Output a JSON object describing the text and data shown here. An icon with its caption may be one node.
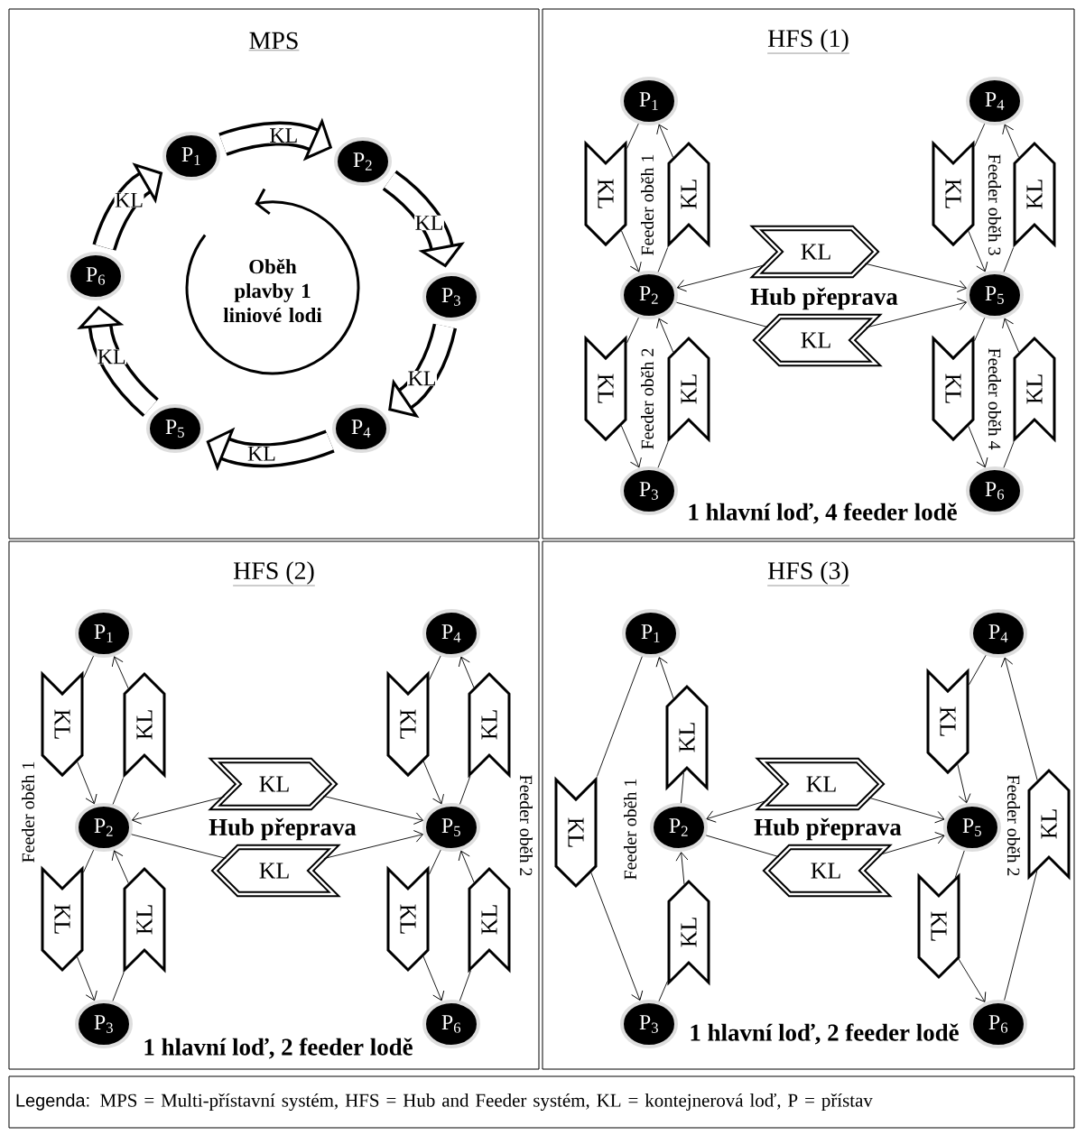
{
  "diagram": {
    "nodes": [
      {
        "text": [
          "MPS"
        ]
      },
      {
        "text": [
          "P$_{1}$"
        ],
        "in": 0
      },
      {
        "text": [
          "P$_{2}$"
        ],
        "in": 0
      },
      {
        "text": [
          "P$_{3}$"
        ],
        "in": 0
      },
      {
        "text": [
          "P$_{4}$"
        ],
        "in": 0
      },
      {
        "text": [
          "P$_{5}$"
        ],
        "in": 0
      },
      {
        "text": [
          "P$_{6}$"
        ],
        "in": 0
      },
      {
        "text": [
          "HFS (1)"
        ]
      },
      {
        "text": [
          "P$_{1}$"
        ],
        "in": 7
      },
      {
        "text": [
          "P$_{2}$"
        ],
        "in": 7
      },
      {
        "text": [
          "P$_{3}$"
        ],
        "in": 7
      },
      {
        "text": [
          "P$_{4}$"
        ],
        "in": 7
      },
      {
        "text": [
          "P$_{5}$"
        ],
        "in": 7
      },
      {
        "text": [
          "P$_{6}$"
        ],
        "in": 7
      },
      {
        "text": [
          "KL"
        ],
        "in": 7
      },
      {
        "text": [
          "KL"
        ],
        "in": 7
      },
      {
        "text": [
          "KL"
        ],
        "in": 7
      },
      {
        "text": [
          "KL"
        ],
        "in": 7
      },
      {
        "text": [
          "KL"
        ],
        "in": 7
      },
      {
        "text": [
          "KL"
        ],
        "in": 7
      },
      {
        "text": [
          "KL"
        ],
        "in": 7
      },
      {
        "text": [
          "KL"
        ],
        "in": 7
      },
      {
        "text": [
          "KL"
        ],
        "in": 7
      },
      {
        "text": [
          "KL"
        ],
        "in": 7
      },
      {
        "text": [
          "HFS (2)"
        ]
      },
      {
        "text": [
          "P$_{1}$"
        ],
        "in": 24
      },
      {
        "text": [
          "P$_{2}$"
        ],
        "in": 24
      },
      {
        "text": [
          "P$_{3}$"
        ],
        "in": 24
      },
      {
        "text": [
          "P$_{4}$"
        ],
        "in": 24
      },
      {
        "text": [
          "P$_{5}$"
        ],
        "in": 24
      },
      {
        "text": [
          "P$_{6}$"
        ],
        "in": 24
      },
      {
        "text": [
          "KL"
        ],
        "in": 24
      },
      {
        "text": [
          "KL"
        ],
        "in": 24
      },
      {
        "text": [
          "KL"
        ],
        "in": 24
      },
      {
        "text": [
          "KL"
        ],
        "in": 24
      },
      {
        "text": [
          "KL"
        ],
        "in": 24
      },
      {
        "text": [
          "KL"
        ],
        "in": 24
      },
      {
        "text": [
          "KL"
        ],
        "in": 24
      },
      {
        "text": [
          "KL"
        ],
        "in": 24
      },
      {
        "text": [
          "KL"
        ],
        "in": 24
      },
      {
        "text": [
          "KL"
        ],
        "in": 24
      },
      {
        "text": [
          "HFS (3)"
        ]
      },
      {
        "text": [
          "P$_{1}$"
        ],
        "in": 41
      },
      {
        "text": [
          "P$_{2}$"
        ],
        "in": 41
      },
      {
        "text": [
          "P$_{3}$"
        ],
        "in": 41
      },
      {
        "text": [
          "P$_{4}$"
        ],
        "in": 41
      },
      {
        "text": [
          "P$_{5}$"
        ],
        "in": 41
      },
      {
        "text": [
          "P$_{6}$"
        ],
        "in": 41
      },
      {
        "text": [
          "KL"
        ],
        "in": 41
      },
      {
        "text": [
          "KL"
        ],
        "in": 41
      },
      {
        "text": [
          "KL"
        ],
        "in": 41
      },
      {
        "text": [
          "KL"
        ],
        "in": 41
      },
      {
        "text": [
          "KL"
        ],
        "in": 41
      },
      {
        "text": [
          "KL"
        ],
        "in": 41
      },
      {
        "text": [
          "KL"
        ],
        "in": 41
      },
      {
        "text": [
          "KL"
        ],
        "in": 41
      },
      {
        "text": [
          "Legenda:",
          "MPS = Multi-přístavní systém, HFS = Hub and Feeder systém, KL = kontejnerová loď, P = přístav"
        ]
      }
    ],
    "edges": [
      {
        "from": 1,
        "to": 2,
        "arrow": "to",
        "label": "KL",
        "style": "thick"
      },
      {
        "from": 2,
        "to": 3,
        "arrow": "to",
        "label": "KL",
        "style": "thick"
      },
      {
        "from": 3,
        "to": 4,
        "arrow": "to",
        "label": "KL",
        "style": "thick"
      },
      {
        "from": 4,
        "to": 5,
        "arrow": "to",
        "label": "KL",
        "style": "thick"
      },
      {
        "from": 5,
        "to": 6,
        "arrow": "to",
        "label": "KL",
        "style": "thick"
      },
      {
        "from": 6,
        "to": 1,
        "arrow": "to",
        "label": "KL",
        "style": "thick"
      },
      {
        "from": 8,
        "to": 14,
        "arrow": "none"
      },
      {
        "from": 14,
        "to": 9,
        "arrow": "to"
      },
      {
        "from": 9,
        "to": 15,
        "arrow": "none"
      },
      {
        "from": 15,
        "to": 8,
        "arrow": "to"
      },
      {
        "from": 9,
        "to": 16,
        "arrow": "none"
      },
      {
        "from": 16,
        "to": 10,
        "arrow": "to"
      },
      {
        "from": 10,
        "to": 17,
        "arrow": "none"
      },
      {
        "from": 17,
        "to": 9,
        "arrow": "to"
      },
      {
        "from": 11,
        "to": 18,
        "arrow": "none"
      },
      {
        "from": 18,
        "to": 12,
        "arrow": "to"
      },
      {
        "from": 12,
        "to": 19,
        "arrow": "none"
      },
      {
        "from": 19,
        "to": 11,
        "arrow": "to"
      },
      {
        "from": 12,
        "to": 20,
        "arrow": "none"
      },
      {
        "from": 20,
        "to": 13,
        "arrow": "to"
      },
      {
        "from": 13,
        "to": 21,
        "arrow": "none"
      },
      {
        "from": 21,
        "to": 12,
        "arrow": "to"
      },
      {
        "from": 22,
        "to": 9,
        "arrow": "to"
      },
      {
        "from": 22,
        "to": 12,
        "arrow": "to"
      },
      {
        "from": 9,
        "to": 23,
        "arrow": "none"
      },
      {
        "from": 23,
        "to": 12,
        "arrow": "to"
      },
      {
        "from": 25,
        "to": 31,
        "arrow": "none"
      },
      {
        "from": 31,
        "to": 26,
        "arrow": "to"
      },
      {
        "from": 26,
        "to": 32,
        "arrow": "none"
      },
      {
        "from": 32,
        "to": 25,
        "arrow": "to"
      },
      {
        "from": 26,
        "to": 33,
        "arrow": "none"
      },
      {
        "from": 33,
        "to": 27,
        "arrow": "to"
      },
      {
        "from": 27,
        "to": 34,
        "arrow": "none"
      },
      {
        "from": 34,
        "to": 26,
        "arrow": "to"
      },
      {
        "from": 28,
        "to": 35,
        "arrow": "none"
      },
      {
        "from": 35,
        "to": 29,
        "arrow": "to"
      },
      {
        "from": 29,
        "to": 36,
        "arrow": "none"
      },
      {
        "from": 36,
        "to": 28,
        "arrow": "to"
      },
      {
        "from": 29,
        "to": 37,
        "arrow": "none"
      },
      {
        "from": 37,
        "to": 30,
        "arrow": "to"
      },
      {
        "from": 30,
        "to": 38,
        "arrow": "none"
      },
      {
        "from": 38,
        "to": 29,
        "arrow": "to"
      },
      {
        "from": 39,
        "to": 26,
        "arrow": "to"
      },
      {
        "from": 39,
        "to": 29,
        "arrow": "to"
      },
      {
        "from": 26,
        "to": 40,
        "arrow": "none"
      },
      {
        "from": 40,
        "to": 29,
        "arrow": "to"
      },
      {
        "from": 42,
        "to": 48,
        "arrow": "none"
      },
      {
        "from": 48,
        "to": 44,
        "arrow": "to"
      },
      {
        "from": 44,
        "to": 50,
        "arrow": "none"
      },
      {
        "from": 50,
        "to": 43,
        "arrow": "to"
      },
      {
        "from": 43,
        "to": 49,
        "arrow": "none"
      },
      {
        "from": 49,
        "to": 42,
        "arrow": "to"
      },
      {
        "from": 45,
        "to": 51,
        "arrow": "none"
      },
      {
        "from": 51,
        "to": 46,
        "arrow": "to"
      },
      {
        "from": 46,
        "to": 52,
        "arrow": "none"
      },
      {
        "from": 52,
        "to": 47,
        "arrow": "to"
      },
      {
        "from": 47,
        "to": 53,
        "arrow": "none"
      },
      {
        "from": 53,
        "to": 45,
        "arrow": "to"
      },
      {
        "from": 54,
        "to": 43,
        "arrow": "to"
      },
      {
        "from": 54,
        "to": 46,
        "arrow": "to"
      },
      {
        "from": 43,
        "to": 55,
        "arrow": "none"
      },
      {
        "from": 55,
        "to": 46,
        "arrow": "to"
      }
    ],
    "labels": [
      "Oběh plavby 1 liniové lodi",
      "Feeder oběh 1",
      "Feeder oběh 2",
      "Feeder oběh 3",
      "Feeder oběh 4",
      "Hub přeprava",
      "1 hlavní loď, 4 feeder lodě",
      "Feeder oběh 1",
      "Hub přeprava",
      "Feeder oběh 2",
      "1 hlavní loď, 2 feeder lodě",
      "Feeder oběh 1",
      "Hub přeprava",
      "Feeder oběh 2",
      "1 hlavní loď, 2 feeder lodě"
    ]
  }
}
